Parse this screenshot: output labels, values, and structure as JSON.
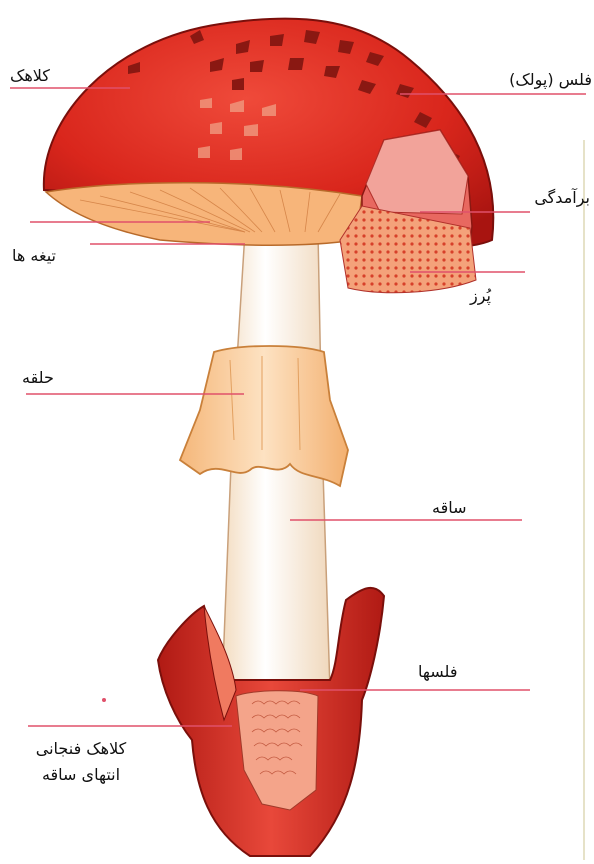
{
  "labels": {
    "cap": "کلاهک",
    "scale": "فلس (پولک)",
    "wart": "برآمدگی",
    "gills": "تیغه ها",
    "hairs": "پُرز",
    "ring": "حلقه",
    "stem": "ساقه",
    "scales": "فلسها",
    "volva_line1": "کلاهک فنجانی",
    "volva_line2": "انتهای ساقه"
  },
  "colors": {
    "cap": "#d9261c",
    "cap_dark": "#a81410",
    "gills": "#f7b57a",
    "stem": "#fbf4e6",
    "ring": "#f9d0a0",
    "volva": "#c92a20",
    "leader_line": "#e0506a"
  }
}
